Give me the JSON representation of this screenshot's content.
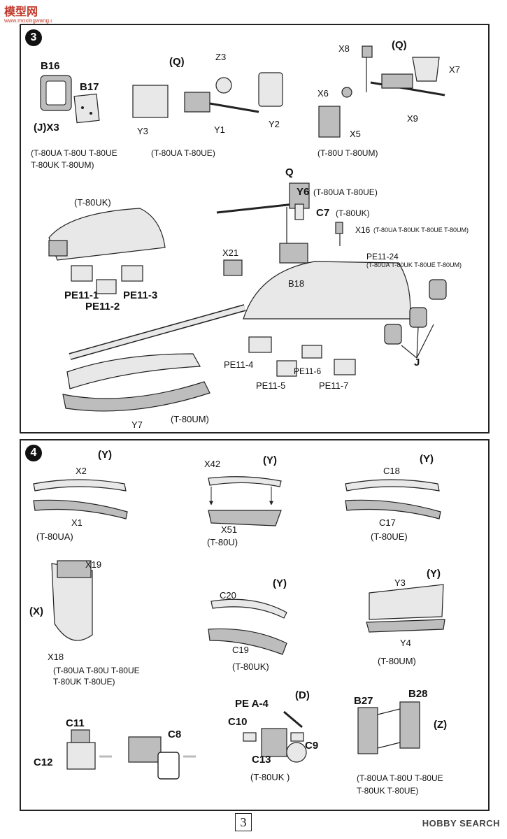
{
  "watermark": {
    "top_text": "模型网",
    "site": "www.moxingwang.com"
  },
  "steps": [
    {
      "number": "3",
      "labels": {
        "B16": "B16",
        "B17": "B17",
        "jx3": "(J)X3",
        "variants_a": "(T-80UA T-80U T-80UE",
        "variants_a2": "T-80UK T-80UM)",
        "Q1": "(Q)",
        "Z3": "Z3",
        "Y3": "Y3",
        "Y1": "Y1",
        "Y2": "Y2",
        "variants_b": "(T-80UA  T-80UE)",
        "X8": "X8",
        "Q2": "(Q)",
        "X7": "X7",
        "X6": "X6",
        "X9": "X9",
        "X5": "X5",
        "variants_c": "(T-80U T-80UM)",
        "Q": "Q",
        "Y6": "Y6",
        "Y6_var": "(T-80UA T-80UE)",
        "C7": "C7",
        "C7_var": "(T-80UK)",
        "X16": "X16",
        "X16_var": "(T-80UA T-80UK T-80UE T-80UM)",
        "PE1124": "PE11-24",
        "PE1124_var": "(T-80UA T-80UK T-80UE T-80UM)",
        "X21": "X21",
        "B18": "B18",
        "T80UK": "(T-80UK)",
        "PE111": "PE11-1",
        "PE112": "PE11-2",
        "PE113": "PE11-3",
        "PE114": "PE11-4",
        "PE115": "PE11-5",
        "PE116": "PE11-6",
        "PE117": "PE11-7",
        "J": "J",
        "Y7": "Y7",
        "T80UM": "(T-80UM)"
      }
    },
    {
      "number": "4",
      "labels": {
        "Ya": "(Y)",
        "X2": "X2",
        "X1": "X1",
        "T80UA": "(T-80UA)",
        "X42": "X42",
        "Yb": "(Y)",
        "X51": "X51",
        "T80U": "(T-80U)",
        "C18": "C18",
        "Yc": "(Y)",
        "C17": "C17",
        "T80UE": "(T-80UE)",
        "X19": "X19",
        "Xp": "(X)",
        "X18": "X18",
        "varX1": "(T-80UA T-80U T-80UE",
        "varX2": "T-80UK T-80UE)",
        "C20": "C20",
        "Yd": "(Y)",
        "C19": "C19",
        "T80UK": "(T-80UK)",
        "Y3": "Y3",
        "Ye": "(Y)",
        "Y4": "Y4",
        "T80UM": "(T-80UM)",
        "C11": "C11",
        "C12": "C12",
        "C8": "C8",
        "PEA4": "PE A-4",
        "D": "(D)",
        "C10": "C10",
        "C9": "C9",
        "C13": "C13",
        "T80UKb": "(T-80UK )",
        "B27": "B27",
        "B28": "B28",
        "Z": "(Z)",
        "varZ1": "(T-80UA T-80U T-80UE",
        "varZ2": "T-80UK T-80UE)"
      }
    }
  ],
  "page_number": "3",
  "credit": "HOBBY SEARCH"
}
